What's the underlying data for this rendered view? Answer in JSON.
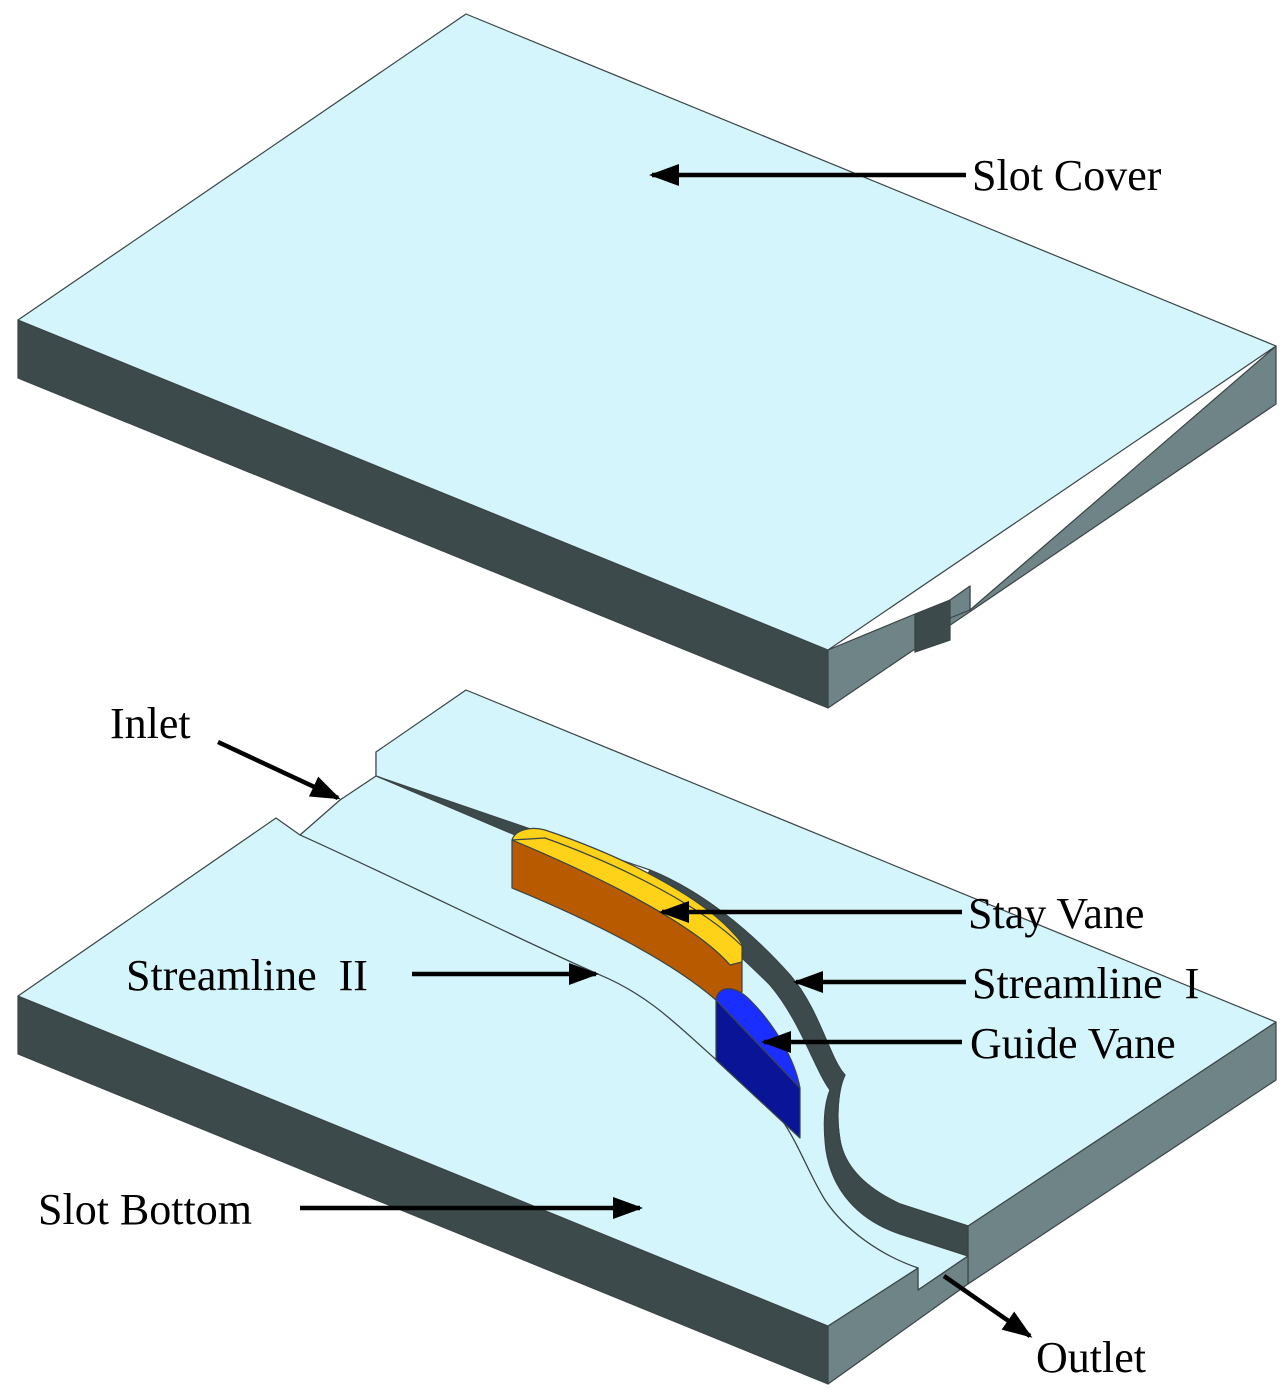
{
  "labels": {
    "slot_cover": "Slot Cover",
    "inlet": "Inlet",
    "stay_vane": "Stay Vane",
    "streamline_2": "Streamline  II",
    "streamline_1": "Streamline  I",
    "guide_vane": "Guide Vane",
    "slot_bottom": "Slot Bottom",
    "outlet": "Outlet"
  },
  "colors": {
    "top_face": "#d4f5fb",
    "front_face": "#3d4a4b",
    "right_face": "#6e8487",
    "stay_vane_top": "#ffd21a",
    "stay_vane_side": "#b85a00",
    "guide_vane_top": "#1a2eff",
    "guide_vane_side": "#0a1496",
    "arrow": "#000000"
  }
}
